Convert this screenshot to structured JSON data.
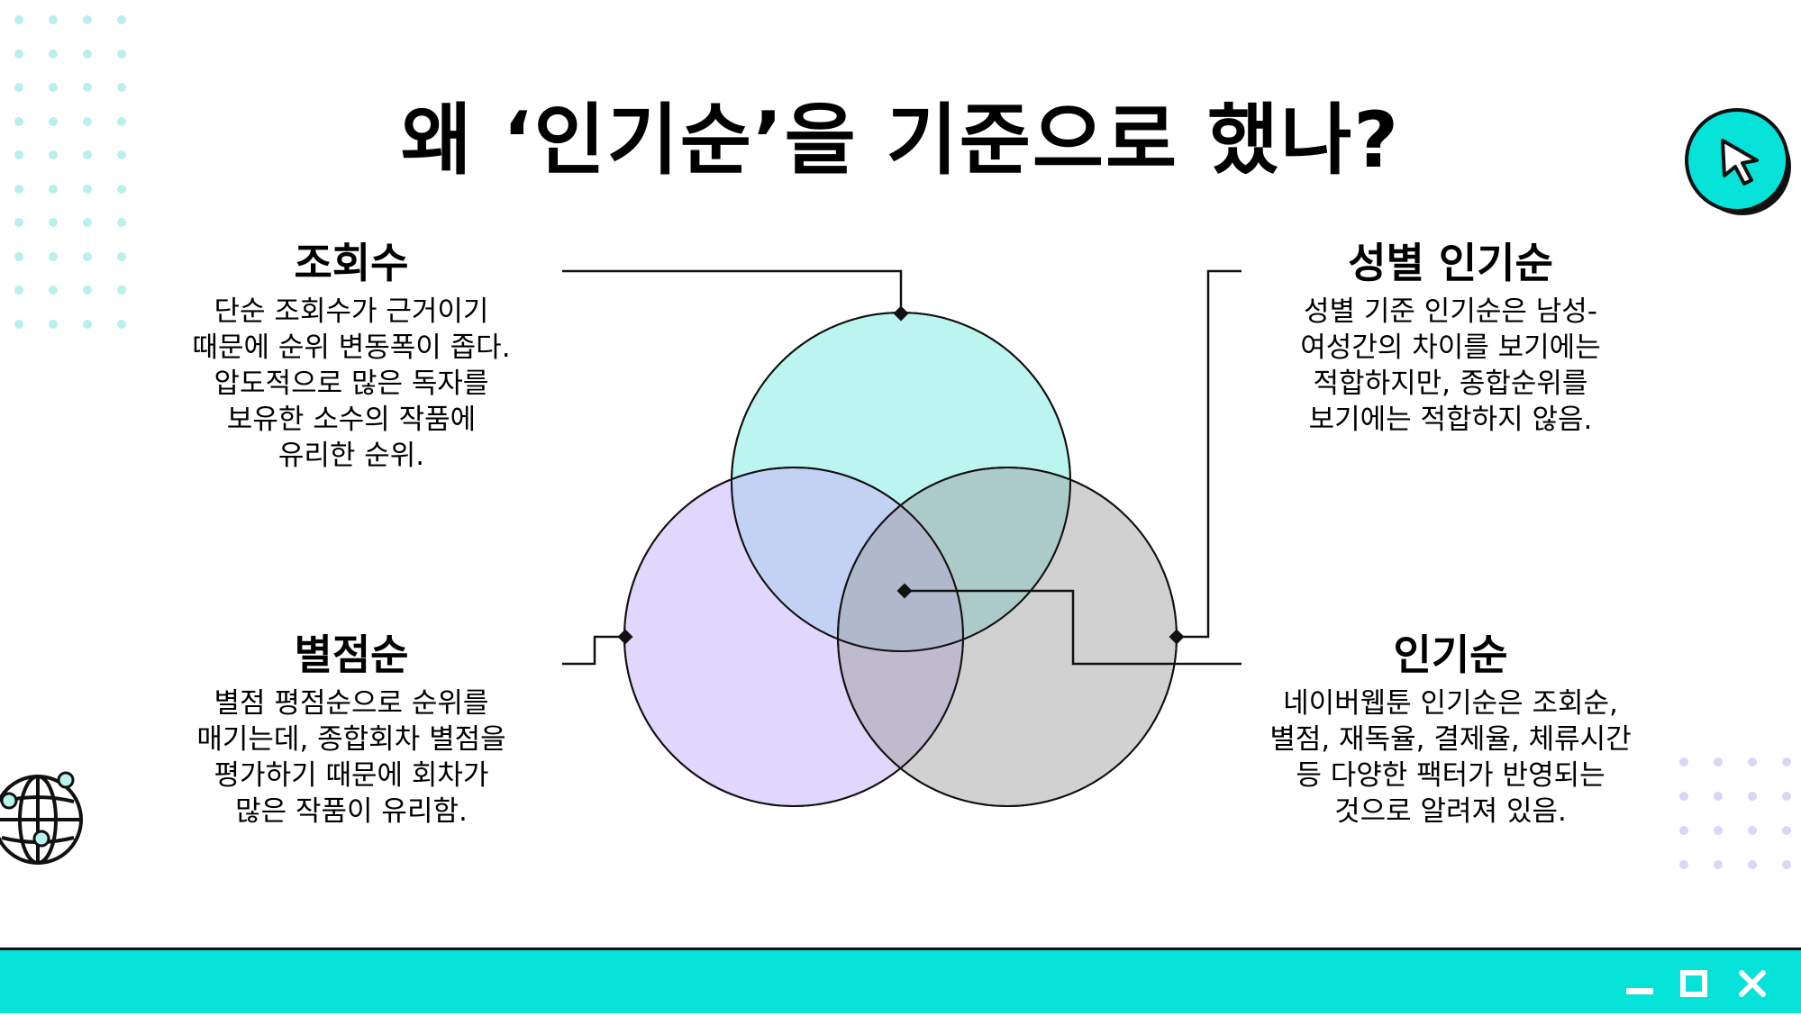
{
  "title": "왜 ‘인기순’을 기준으로 했나?",
  "sections": {
    "views": {
      "heading": "조회수",
      "body": "단순 조회수가 근거이기\n때문에 순위 변동폭이 좁다.\n압도적으로 많은 독자를\n보유한 소수의 작품에\n유리한 순위."
    },
    "gender": {
      "heading": "성별 인기순",
      "body": "성별 기준 인기순은 남성-\n여성간의 차이를 보기에는\n적합하지만, 종합순위를\n보기에는 적합하지 않음."
    },
    "rating": {
      "heading": "별점순",
      "body": "별점 평점순으로 순위를\n매기는데, 종합회차 별점을\n평가하기 때문에 회차가\n많은 작품이 유리함."
    },
    "popular": {
      "heading": "인기순",
      "body": "네이버웹툰 인기순은 조회순,\n별점, 재독율, 결제율, 체류시간\n등 다양한 팩터가 반영되는\n것으로 알려져 있음."
    }
  },
  "colors": {
    "circle_top": "#b8f4ee",
    "circle_left": "#e0d1fb",
    "circle_right": "#d3d3d3",
    "accent": "#05e2d8",
    "dots_left": "#b8f0ec",
    "dots_right": "#ddd4f7"
  },
  "icons": {
    "badge": "cursor-arrow-icon",
    "globe": "globe-icon",
    "minimize": "minimize-icon",
    "maximize": "maximize-icon",
    "close": "close-icon"
  }
}
